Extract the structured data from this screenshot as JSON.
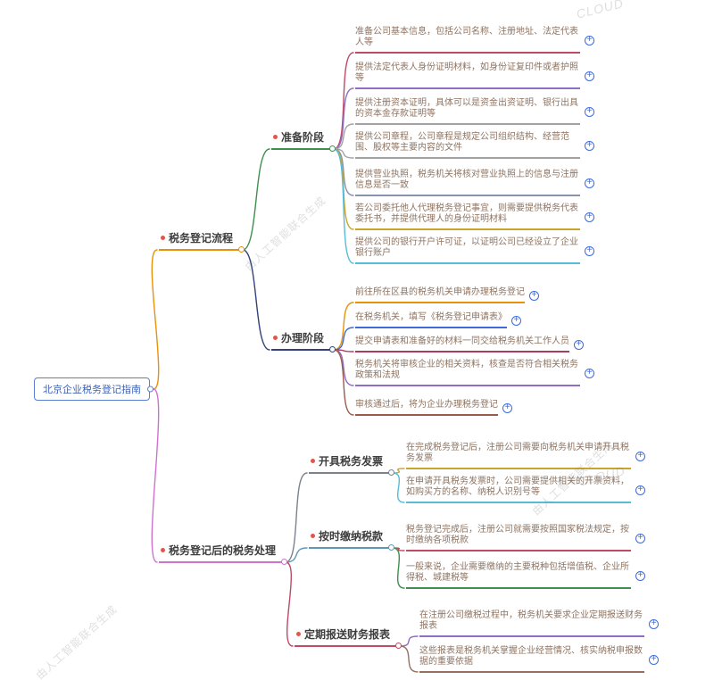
{
  "watermarks": {
    "brand": "CLOUD",
    "ai_note": "由人工智能联合生成"
  },
  "mindmap": {
    "plus_icon": "+",
    "plus_color": "#3f6ad8",
    "marker_color": "#e0574a",
    "leaf_text_color": "#8d7462",
    "branch_text_color": "#3d3d3d",
    "root": {
      "id": "root",
      "label": "北京企业税务登记指南",
      "text_color": "#3f62b5",
      "border_color": "#5b7fd0"
    },
    "branches": [
      {
        "id": "b1",
        "label": "税务登记流程",
        "color": "#e8920b",
        "children": [
          {
            "id": "b1c1",
            "label": "准备阶段",
            "color": "#3f8f4f",
            "leaves": [
              {
                "id": "l1",
                "text": "准备公司基本信息，包括公司名称、注册地址、法定代表人等",
                "color": "#bf4a63"
              },
              {
                "id": "l2",
                "text": "提供法定代表人身份证明材料，如身份证复印件或者护照等",
                "color": "#8f6fc6"
              },
              {
                "id": "l3",
                "text": "提供注册资本证明，具体可以是资金出资证明、银行出具的资本金存款证明等",
                "color": "#a3a3a3"
              },
              {
                "id": "l4",
                "text": "提供公司章程，公司章程是规定公司组织结构、经营范围、股权等主要内容的文件",
                "color": "#a3a3a3"
              },
              {
                "id": "l5",
                "text": "提供营业执照，税务机关将核对营业执照上的信息与注册信息是否一致",
                "color": "#8794ab"
              },
              {
                "id": "l6",
                "text": "若公司委托他人代理税务登记事宜，则需要提供税务代表委托书，并提供代理人的身份证明材料",
                "color": "#caa52c"
              },
              {
                "id": "l7",
                "text": "提供公司的银行开户许可证，以证明公司已经设立了企业银行账户",
                "color": "#57bcd5"
              }
            ]
          },
          {
            "id": "b1c2",
            "label": "办理阶段",
            "color": "#33427a",
            "leaves": [
              {
                "id": "m1",
                "text": "前往所在区县的税务机关申请办理税务登记",
                "color": "#e8920b"
              },
              {
                "id": "m2",
                "text": "在税务机关，填写《税务登记申请表》",
                "color": "#3f6ad8"
              },
              {
                "id": "m3",
                "text": "提交申请表和准备好的材料一同交给税务机关工作人员",
                "color": "#ad3b5e"
              },
              {
                "id": "m4",
                "text": "税务机关将审核企业的相关资料，核查是否符合相关税务政策和法规",
                "color": "#8f6fc6"
              },
              {
                "id": "m5",
                "text": "审核通过后，将为企业办理税务登记",
                "color": "#9b5b4b"
              }
            ]
          }
        ]
      },
      {
        "id": "b2",
        "label": "税务登记后的税务处理",
        "color": "#cf72cf",
        "children": [
          {
            "id": "b2c1",
            "label": "开具税务发票",
            "color": "#7a828c",
            "leaves": [
              {
                "id": "n1",
                "text": "在完成税务登记后，注册公司需要向税务机关申请开具税务发票",
                "color": "#caa52c"
              },
              {
                "id": "n2",
                "text": "在申请开具税务发票时，公司需要提供相关的开票资料，如购买方的名称、纳税人识别号等",
                "color": "#57bcd5"
              }
            ]
          },
          {
            "id": "b2c2",
            "label": "按时缴纳税款",
            "color": "#5f98b5",
            "leaves": [
              {
                "id": "p1",
                "text": "税务登记完成后，注册公司就需要按照国家税法规定，按时缴纳各项税款",
                "color": "#bf4a63"
              },
              {
                "id": "p2",
                "text": "一般来说，企业需要缴纳的主要税种包括增值税、企业所得税、城建税等",
                "color": "#3f8f4f"
              }
            ]
          },
          {
            "id": "b2c3",
            "label": "定期报送财务报表",
            "color": "#bf4a63",
            "leaves": [
              {
                "id": "q1",
                "text": "在注册公司缴税过程中，税务机关要求企业定期报送财务报表",
                "color": "#8f6fc6"
              },
              {
                "id": "q2",
                "text": "这些报表是税务机关掌握企业经营情况、核实纳税申报数据的重要依据",
                "color": "#96705f"
              }
            ]
          }
        ]
      }
    ]
  }
}
